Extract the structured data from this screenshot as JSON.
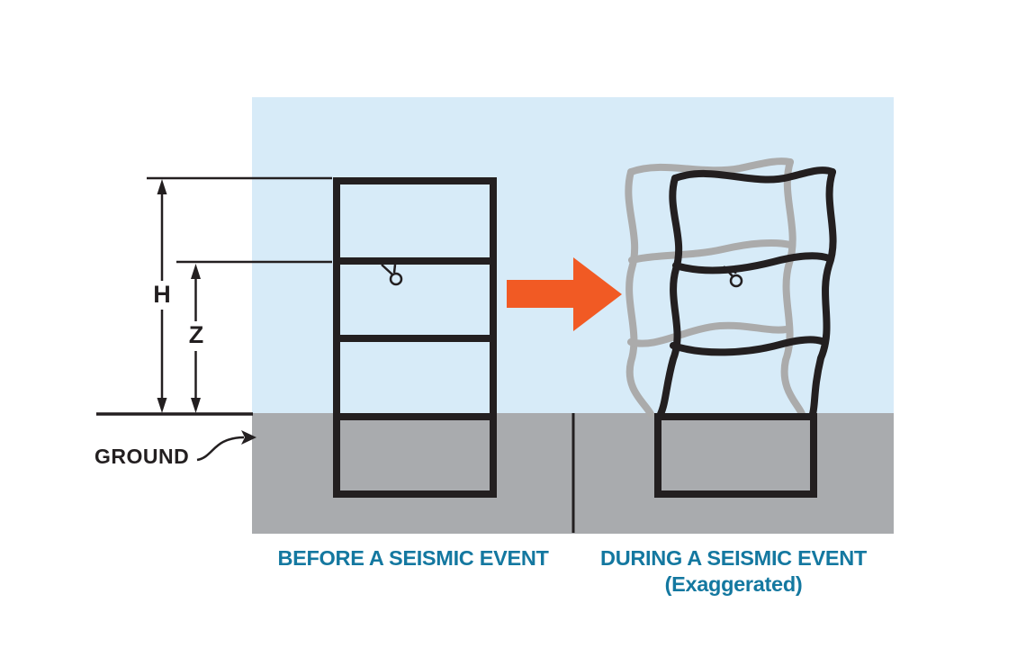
{
  "colors": {
    "sky": "#D7EBF8",
    "ground": "#A9ABAE",
    "ink": "#231F20",
    "orange": "#F15A24",
    "teal": "#1478A0",
    "ghost": "#ABABAB"
  },
  "annotations": {
    "total_height_label": "H",
    "sensor_height_label": "Z",
    "ground_label": "GROUND"
  },
  "panels": {
    "before": {
      "caption": "BEFORE A SEISMIC EVENT"
    },
    "during": {
      "caption": "DURING A SEISMIC EVENT",
      "caption_note": "(Exaggerated)"
    }
  }
}
